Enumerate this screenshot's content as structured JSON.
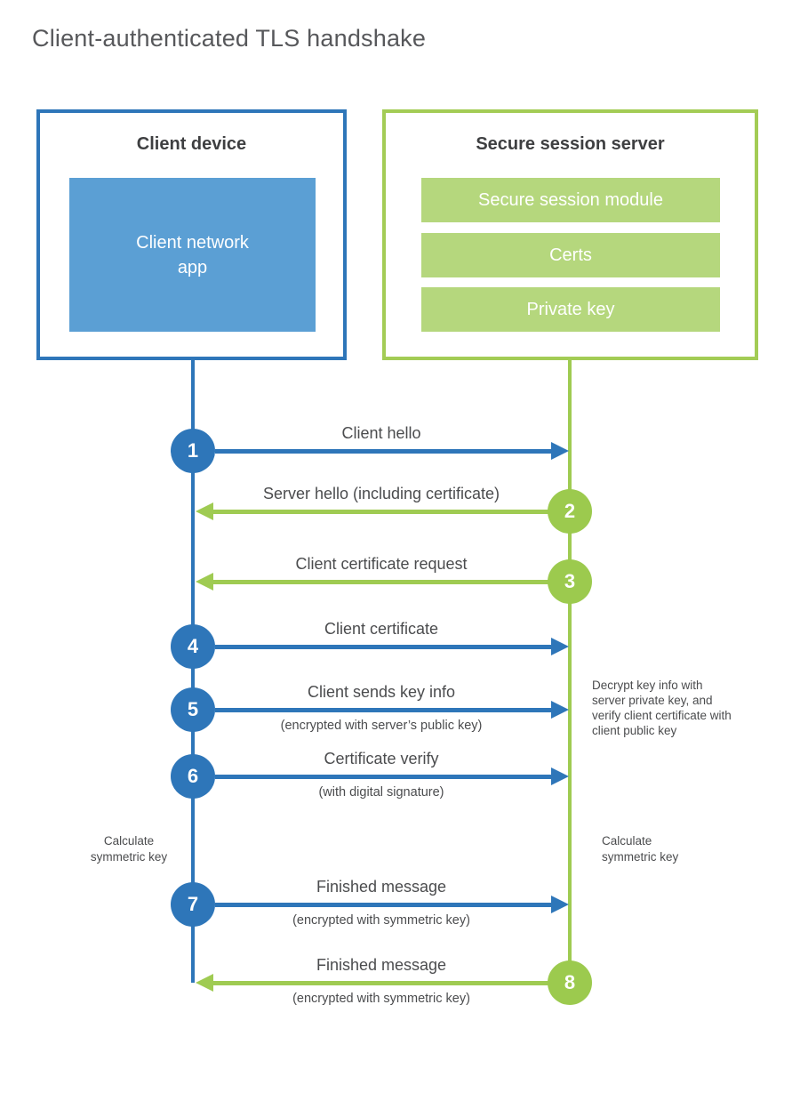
{
  "title": "Client-authenticated TLS handshake",
  "colors": {
    "client_blue": "#2e76b9",
    "client_app_fill": "#5b9fd4",
    "server_border_green": "#a3cc55",
    "server_circle_green": "#9cca4e",
    "server_bar_fill": "#b5d77d",
    "heading_text": "#3e3f41",
    "label_text": "#4b4c4e"
  },
  "client": {
    "title": "Client device",
    "app_label": "Client network\napp"
  },
  "server": {
    "title": "Secure session server",
    "modules": [
      "Secure session module",
      "Certs",
      "Private key"
    ]
  },
  "steps": [
    {
      "num": "1",
      "actor": "client",
      "label": "Client hello",
      "sublabel": ""
    },
    {
      "num": "2",
      "actor": "server",
      "label": "Server hello (including certificate)",
      "sublabel": ""
    },
    {
      "num": "3",
      "actor": "server",
      "label": "Client certificate request",
      "sublabel": ""
    },
    {
      "num": "4",
      "actor": "client",
      "label": "Client certificate",
      "sublabel": ""
    },
    {
      "num": "5",
      "actor": "client",
      "label": "Client sends key info",
      "sublabel": "(encrypted with server’s public key)"
    },
    {
      "num": "6",
      "actor": "client",
      "label": "Certificate verify",
      "sublabel": "(with digital signature)"
    },
    {
      "num": "7",
      "actor": "client",
      "label": "Finished message",
      "sublabel": "(encrypted with symmetric key)"
    },
    {
      "num": "8",
      "actor": "server",
      "label": "Finished message",
      "sublabel": "(encrypted with symmetric key)"
    }
  ],
  "annotations": {
    "decrypt_note": "Decrypt key info with server private key, and verify client certificate with client public key",
    "calc_left": "Calculate\nsymmetric key",
    "calc_right": "Calculate\nsymmetric key"
  }
}
